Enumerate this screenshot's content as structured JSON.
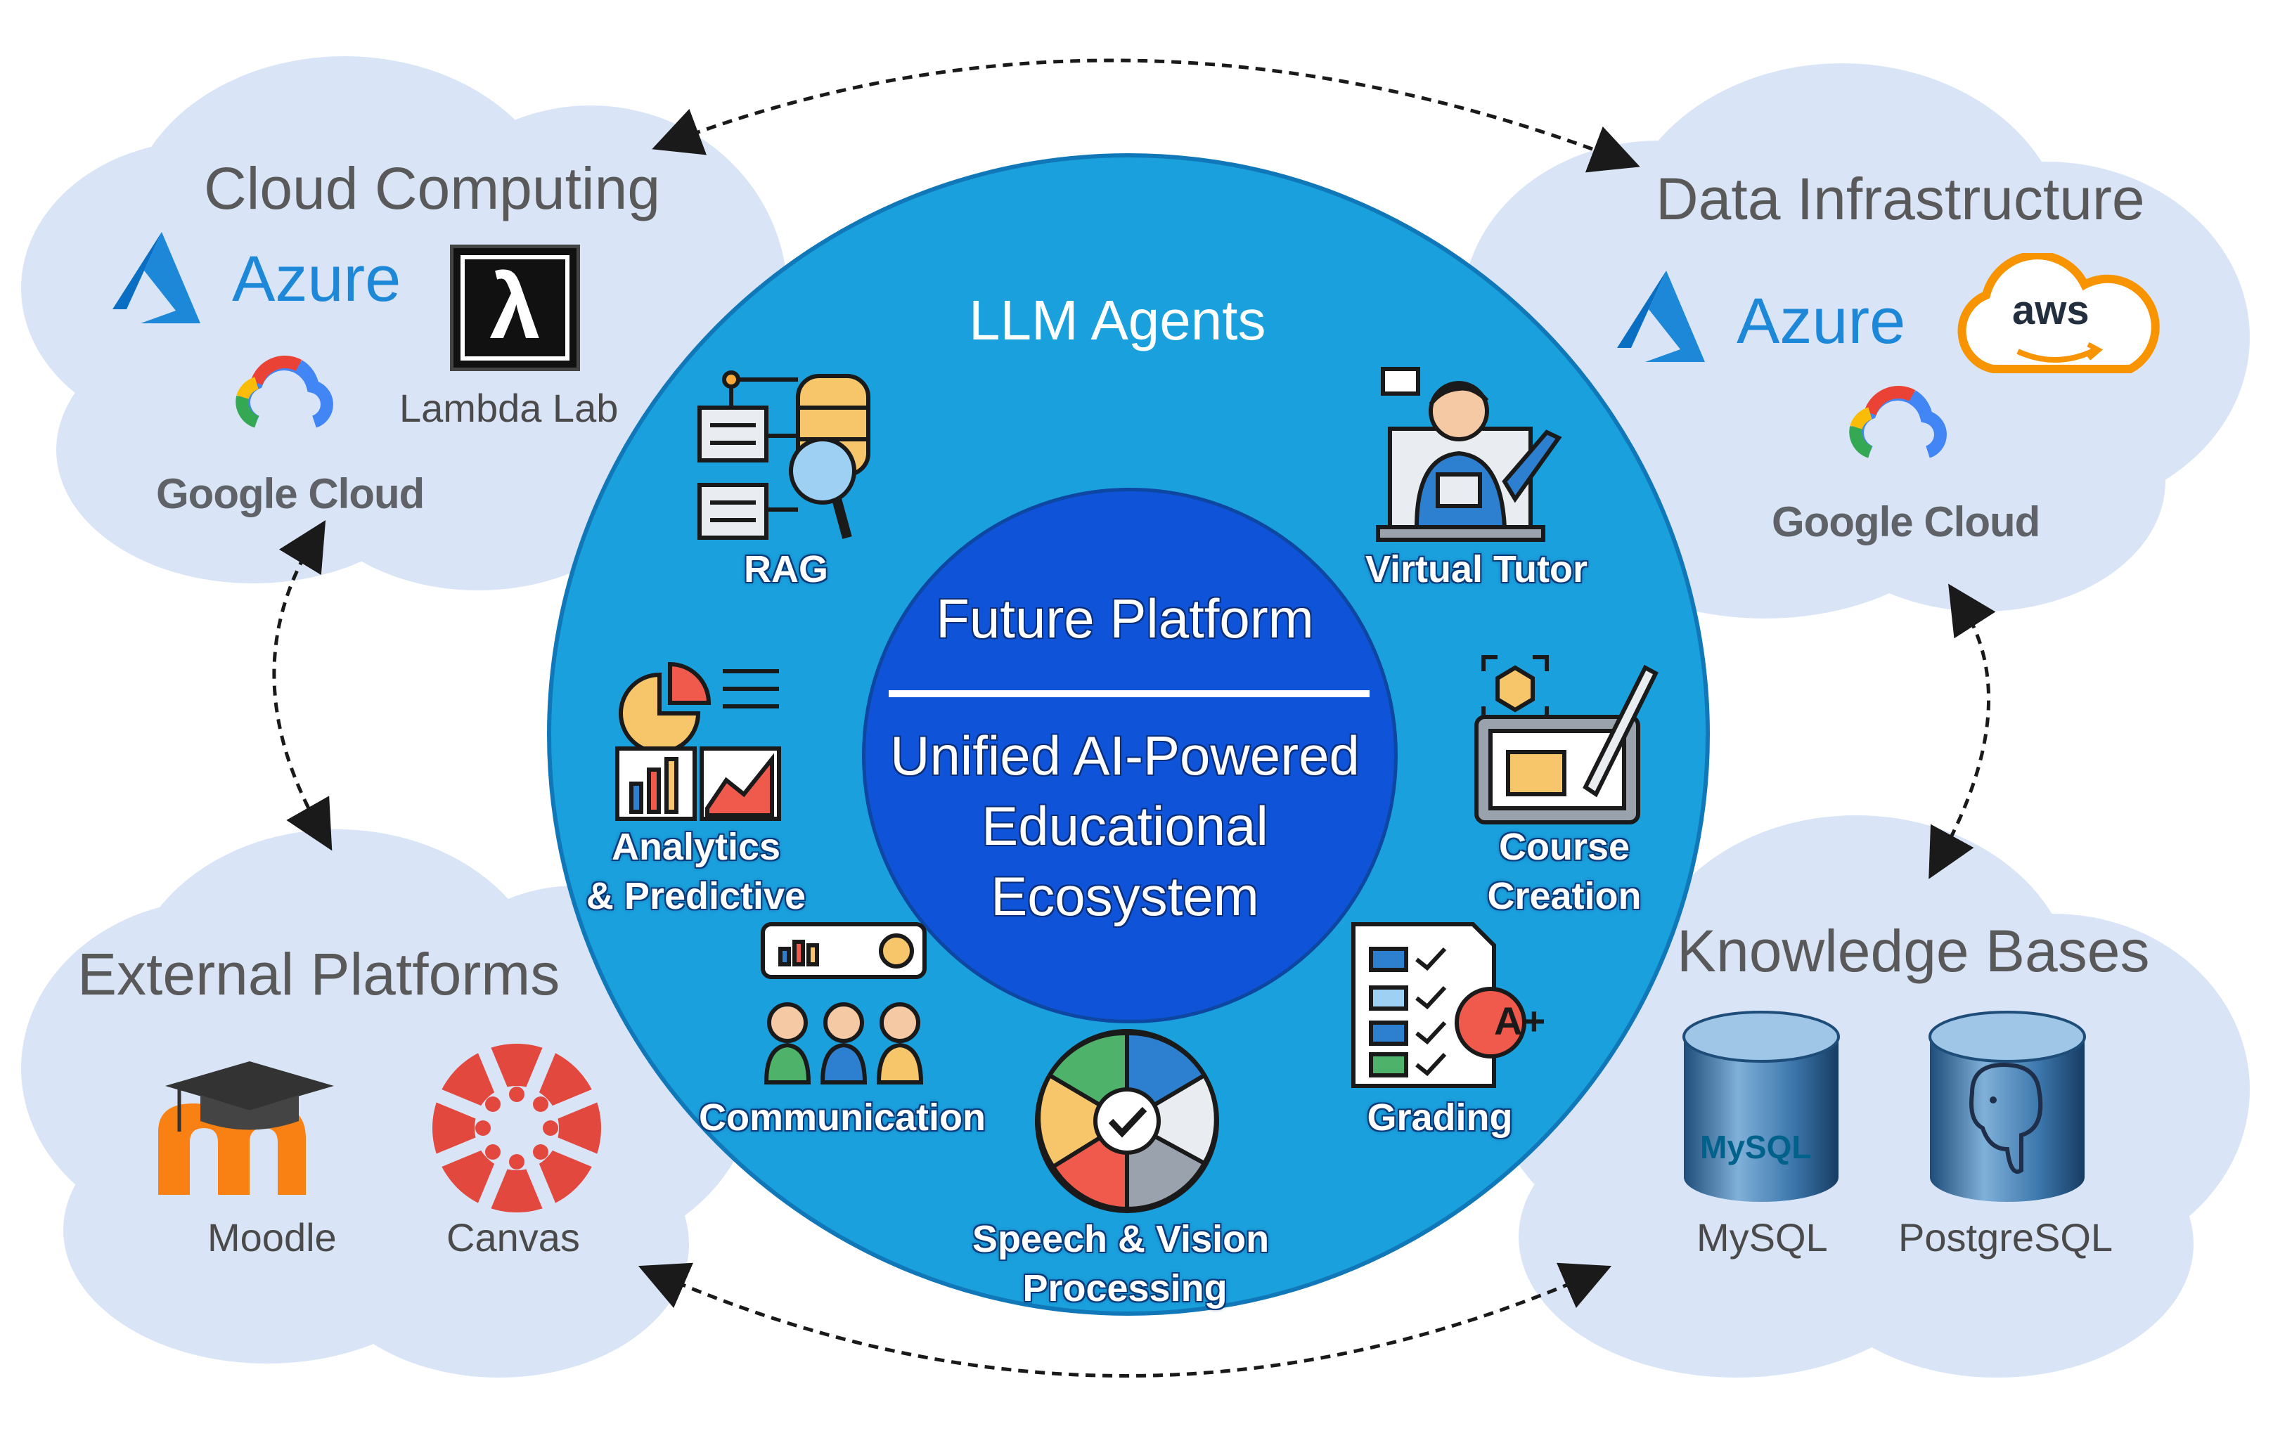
{
  "center": {
    "ring_title": "LLM Agents",
    "platform_title": "Future Platform",
    "subtitle_line1": "Unified AI-Powered",
    "subtitle_line2": "Educational",
    "subtitle_line3": "Ecosystem"
  },
  "agents": {
    "rag": "RAG",
    "virtual_tutor": "Virtual Tutor",
    "analytics_line1": "Analytics",
    "analytics_line2": "& Predictive",
    "course_line1": "Course",
    "course_line2": "Creation",
    "communication": "Communication",
    "grading": "Grading",
    "speech_line1": "Speech & Vision",
    "speech_line2": "Processing",
    "grading_badge": "A+"
  },
  "clouds": {
    "cloud_computing": {
      "title": "Cloud Computing",
      "azure": "Azure",
      "lambda_symbol": "λ",
      "lambda_label": "Lambda Lab",
      "google_cloud": "Google Cloud"
    },
    "data_infrastructure": {
      "title": "Data Infrastructure",
      "azure": "Azure",
      "aws": "aws",
      "google_cloud": "Google Cloud"
    },
    "external_platforms": {
      "title": "External Platforms",
      "moodle": "Moodle",
      "canvas": "Canvas"
    },
    "knowledge_bases": {
      "title": "Knowledge Bases",
      "mysql": "MySQL",
      "mysql_logo": "MySQL",
      "postgresql": "PostgreSQL"
    }
  },
  "colors": {
    "cloud": "#d9e5f7",
    "ring": "#1aa0dd",
    "core": "#0e53d8",
    "azure": "#1e88d8",
    "aws": "#f79400",
    "moodle": "#f98012",
    "canvas": "#e2483d"
  }
}
